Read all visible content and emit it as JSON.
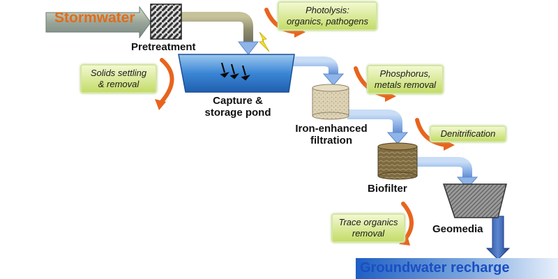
{
  "stages": {
    "stormwater": "Stormwater",
    "pretreatment": "Pretreatment",
    "capture_pond": [
      "Capture &",
      "storage pond"
    ],
    "iron_filtration": [
      "Iron-enhanced",
      "filtration"
    ],
    "biofilter": "Biofilter",
    "geomedia": "Geomedia",
    "groundwater": "Groundwater recharge"
  },
  "processes": {
    "photolysis": [
      "Photolysis:",
      "organics, pathogens"
    ],
    "solids": [
      "Solids settling",
      "& removal"
    ],
    "phosphorus": [
      "Phosphorus,",
      "metals removal"
    ],
    "denitrification": "Denitrification",
    "trace_organics": [
      "Trace organics",
      "removal"
    ]
  },
  "colors": {
    "stormwater_text": "#e06c1c",
    "groundwater_text": "#1a4ec2",
    "process_arrow": "#e8641e",
    "flow_pipe": "#8fb4e8",
    "note_fill": "#d6e99a"
  },
  "icons": {
    "sunlight": "lightning-bolt-icon",
    "settling": "downward-arrows-icon"
  }
}
